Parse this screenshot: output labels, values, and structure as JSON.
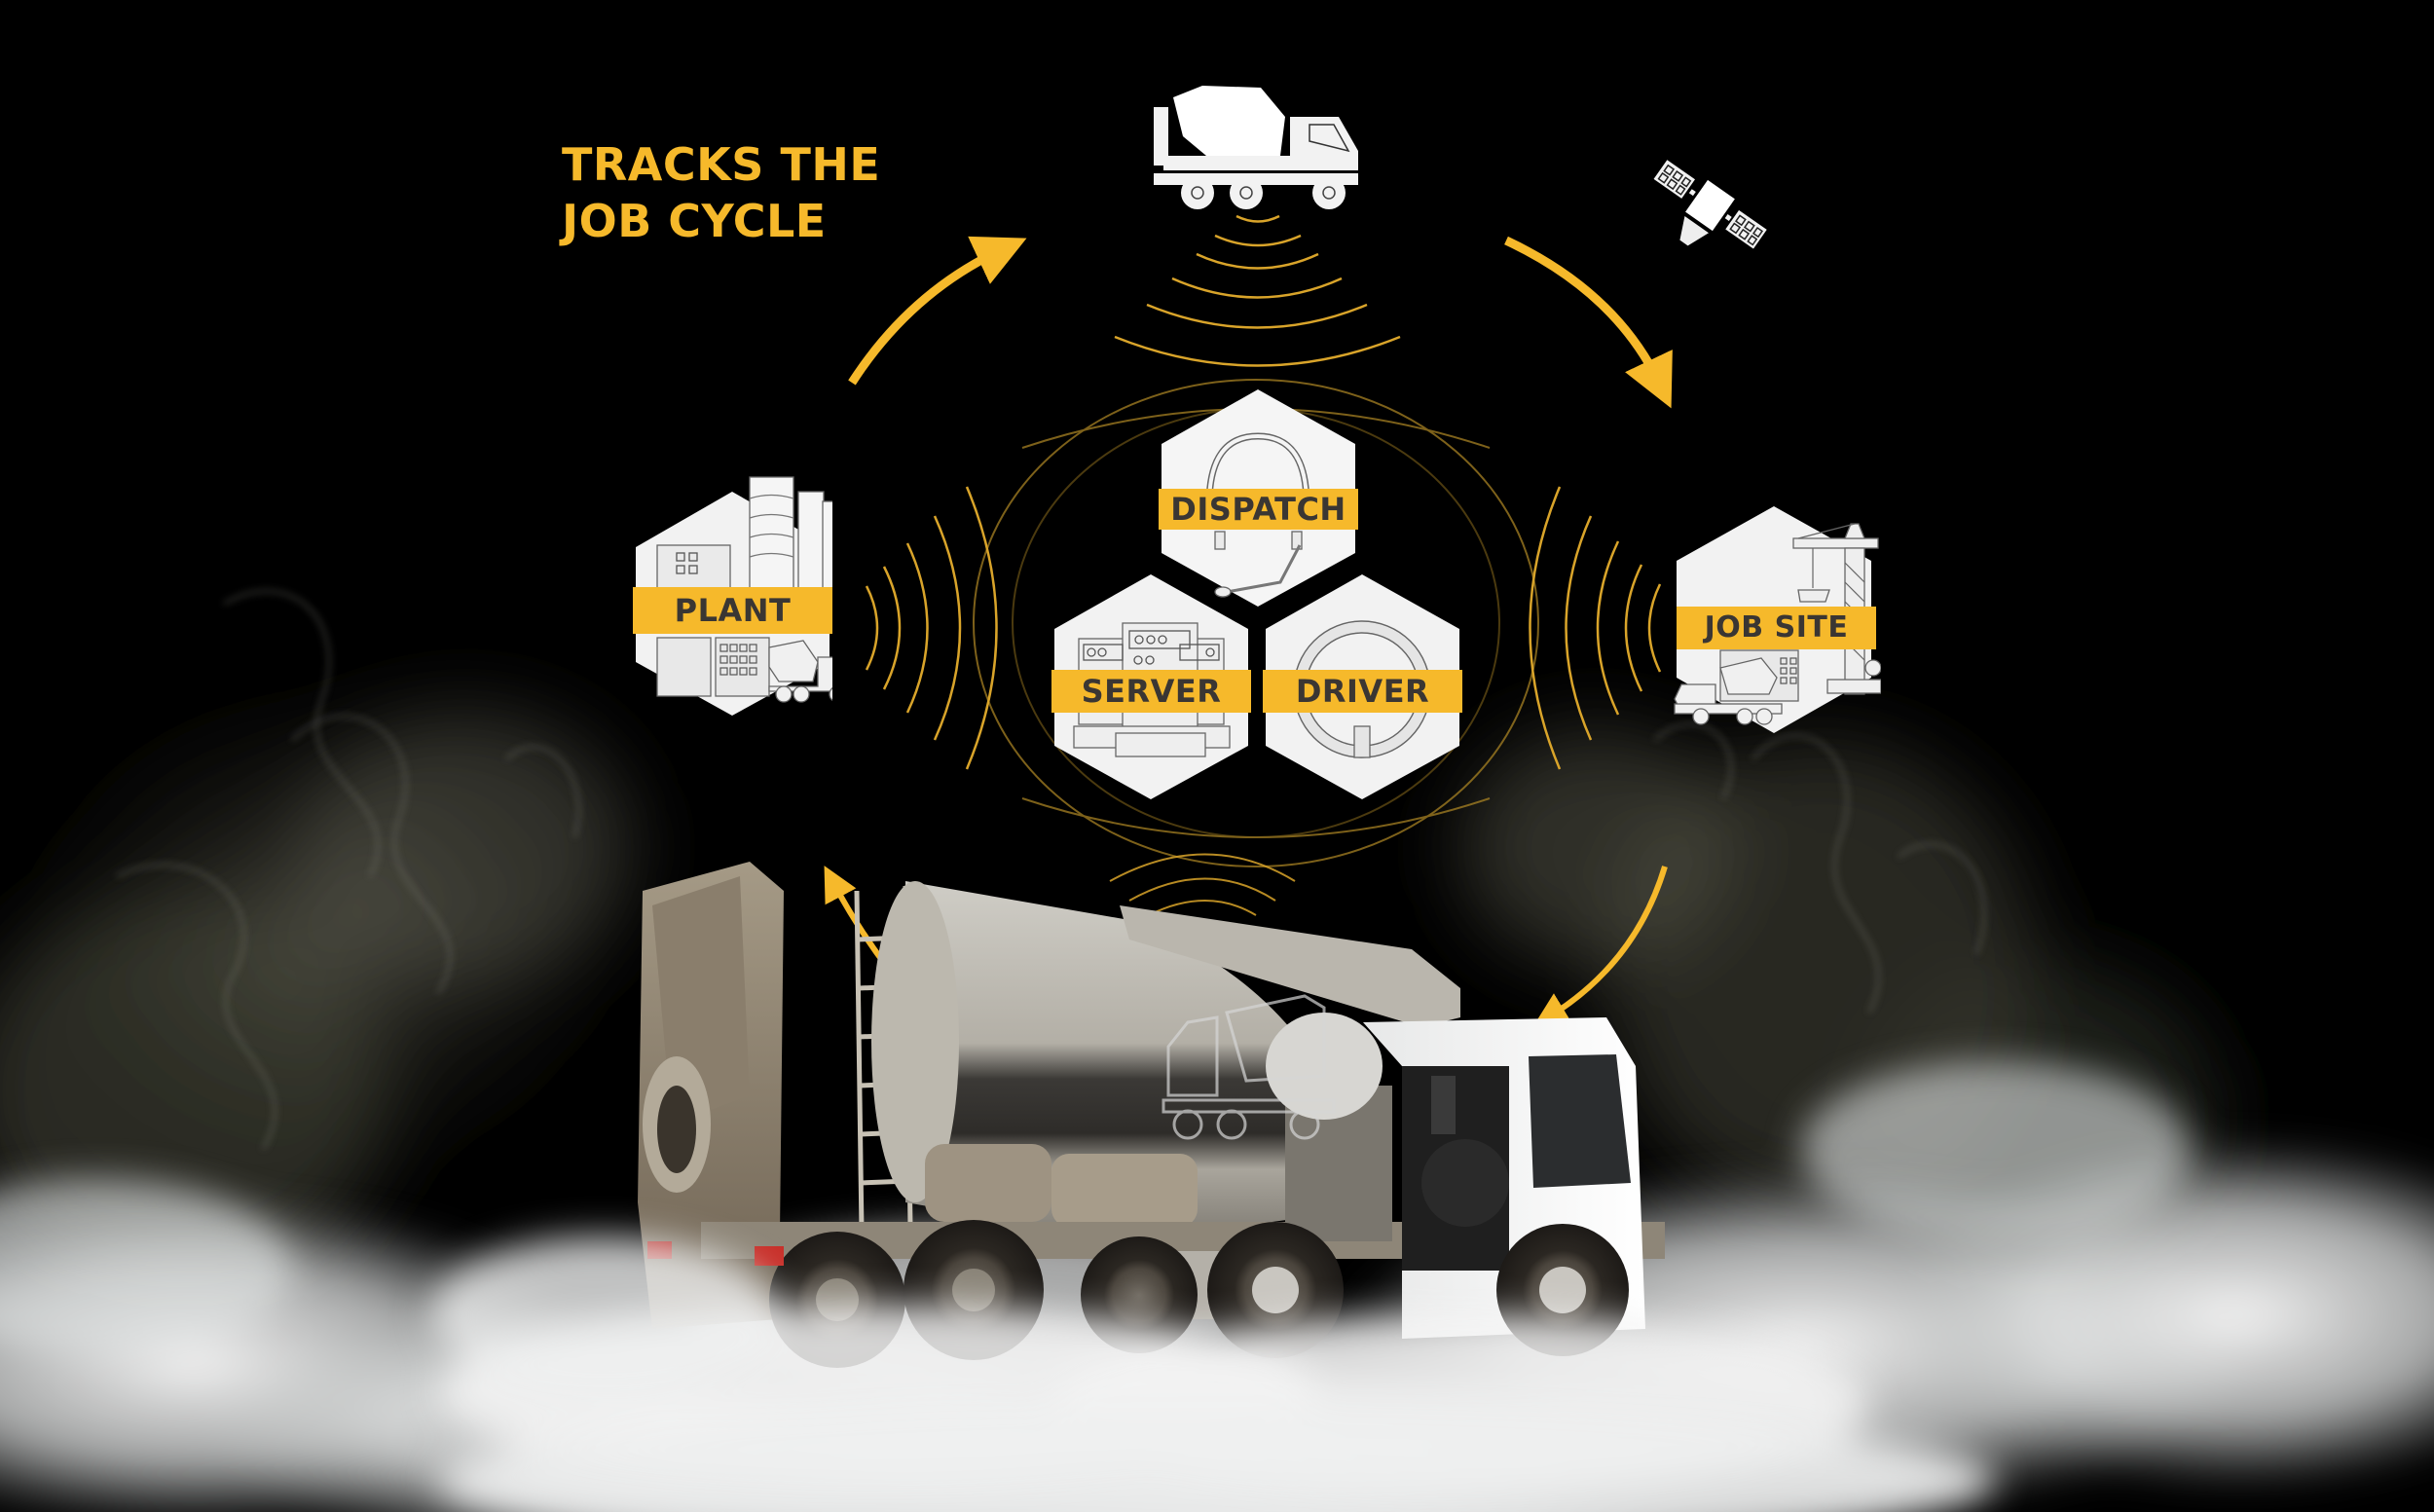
{
  "title": {
    "line1": "TRACKS THE",
    "line2": "JOB CYCLE"
  },
  "colors": {
    "accent_yellow": "#f6b92b",
    "background": "#000000",
    "hex_fill": "#f2f2f2",
    "label_text": "#3a3633",
    "icon_stroke": "#555555",
    "wave_gold": "#d9a42a"
  },
  "nodes": [
    {
      "id": "plant",
      "label": "PLANT",
      "icon": "concrete-plant-icon"
    },
    {
      "id": "dispatch",
      "label": "DISPATCH",
      "icon": "headset-icon"
    },
    {
      "id": "server",
      "label": "SERVER",
      "icon": "server-rack-icon"
    },
    {
      "id": "driver",
      "label": "DRIVER",
      "icon": "steering-wheel-icon"
    },
    {
      "id": "job_site",
      "label": "JOB SITE",
      "icon": "construction-crane-icon"
    }
  ],
  "top_icons": [
    {
      "id": "mixer_truck",
      "icon": "mixer-truck-icon"
    },
    {
      "id": "satellite",
      "icon": "satellite-icon"
    }
  ],
  "arrows": [
    {
      "from": "plant",
      "to": "mixer_truck",
      "direction": "clockwise"
    },
    {
      "from": "mixer_truck",
      "to": "job_site",
      "direction": "clockwise"
    },
    {
      "from": "job_site",
      "to": "truck_photo",
      "direction": "clockwise"
    },
    {
      "from": "truck_photo",
      "to": "plant",
      "direction": "clockwise"
    }
  ],
  "photo": {
    "subject": "concrete-mixer-truck-photo"
  }
}
